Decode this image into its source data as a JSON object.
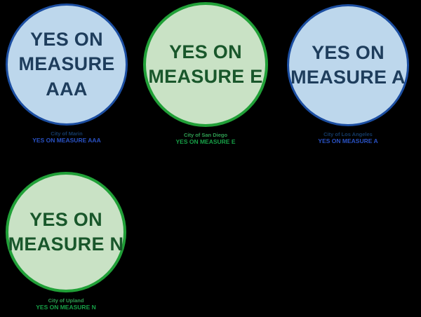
{
  "background_color": "#000000",
  "badges": [
    {
      "id": "measure-aaa",
      "theme": "blue",
      "circle_line1": "YES ON",
      "circle_line2": "MEASURE",
      "circle_line3": "AAA",
      "caption_line1": "City of Marin",
      "caption_line2": "YES ON MEASURE AAA",
      "colors": {
        "fill": "#bdd7ec",
        "border": "#1c4ea1",
        "text": "#1e3d5c",
        "caption1": "#143a66",
        "caption2": "#2a52c4"
      }
    },
    {
      "id": "measure-e",
      "theme": "green",
      "circle_line1": "YES ON",
      "circle_line2": "MEASURE E",
      "caption_line1": "City of San Diego",
      "caption_line2": "YES ON MEASURE E",
      "colors": {
        "fill": "#c9e2c5",
        "border": "#21a038",
        "text": "#19572b",
        "caption1": "#2f9e52",
        "caption2": "#17a047"
      }
    },
    {
      "id": "measure-a",
      "theme": "blue",
      "circle_line1": "YES ON",
      "circle_line2": "MEASURE A",
      "caption_line1": "City of Los Angeles",
      "caption_line2": "YES ON MEASURE A",
      "colors": {
        "fill": "#bdd7ec",
        "border": "#1c4ea1",
        "text": "#1e3d5c",
        "caption1": "#143a66",
        "caption2": "#2a52c4"
      }
    },
    {
      "id": "measure-n",
      "theme": "green",
      "circle_line1": "YES ON",
      "circle_line2": "MEASURE N",
      "caption_line1": "City of Upland",
      "caption_line2": "YES ON MEASURE N",
      "colors": {
        "fill": "#c9e2c5",
        "border": "#21a038",
        "text": "#19572b",
        "caption1": "#2f9e52",
        "caption2": "#17a047"
      }
    }
  ]
}
